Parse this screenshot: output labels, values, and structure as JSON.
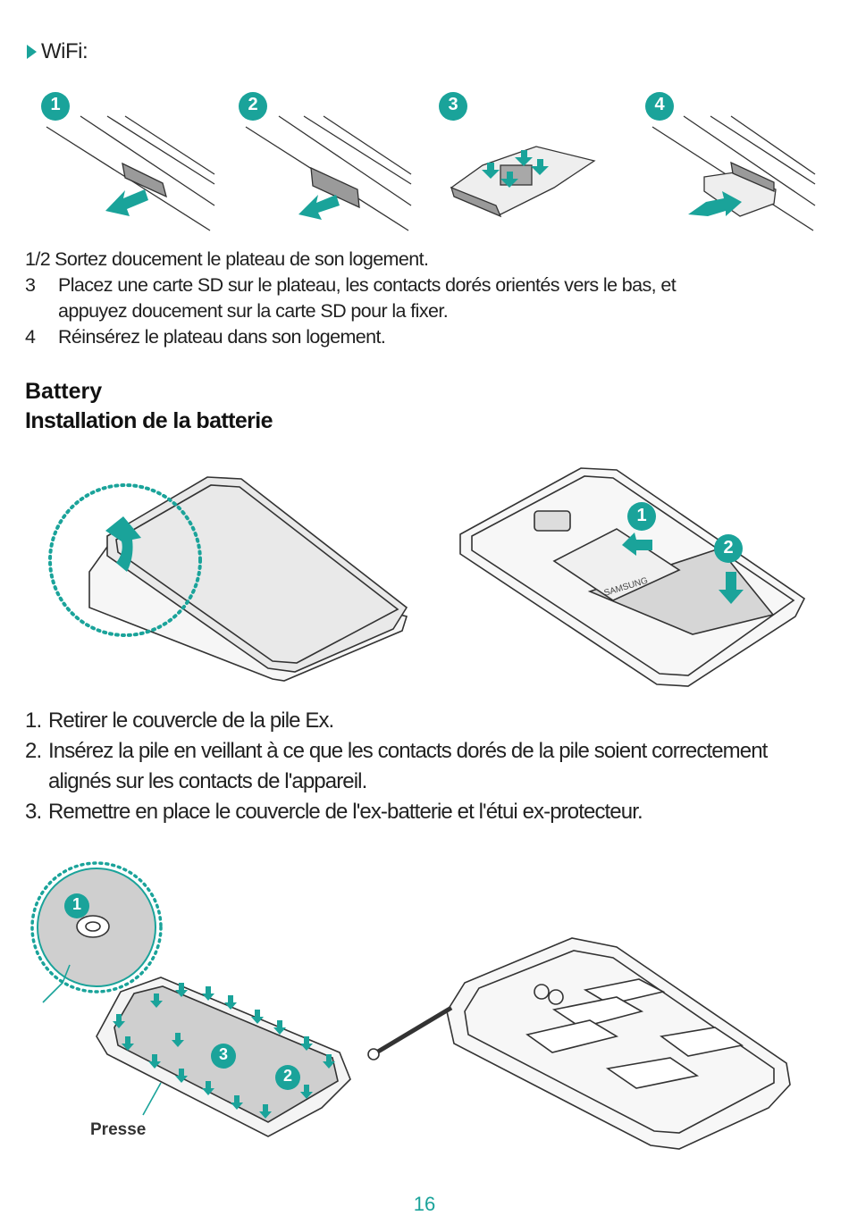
{
  "wifi": {
    "label": "WiFi:"
  },
  "sim_steps": {
    "badges": [
      "1",
      "2",
      "3",
      "4"
    ],
    "items": [
      {
        "num": "1/2",
        "text": "Sortez doucement le plateau de son logement."
      },
      {
        "num": "3",
        "text": "Placez une carte SD sur le plateau, les contacts dorés orientés vers le bas, et"
      },
      {
        "num": "",
        "text": "appuyez doucement sur la carte SD pour la fixer."
      },
      {
        "num": "4",
        "text": "Réinsérez le plateau dans son logement."
      }
    ]
  },
  "battery": {
    "heading": "Battery",
    "subheading": "Installation de la batterie",
    "figure_badges": [
      "1",
      "2"
    ],
    "battery_label": "SAMSUNG",
    "steps": [
      {
        "num": "1.",
        "text": "Retirer le couvercle de la pile Ex."
      },
      {
        "num": "2.",
        "text": "Insérez la pile en veillant à ce que les contacts dorés de la pile soient correctement"
      },
      {
        "num": "",
        "text": "alignés sur les contacts de l'appareil."
      },
      {
        "num": "3.",
        "text": "Remettre en place le couvercle de l'ex-batterie et l'étui ex-protecteur."
      }
    ]
  },
  "cover": {
    "badges": [
      "1",
      "2",
      "3"
    ],
    "press_label": "Presse"
  },
  "page": {
    "number": "16"
  },
  "colors": {
    "accent": "#1aa39a",
    "text": "#1f1f1f"
  }
}
